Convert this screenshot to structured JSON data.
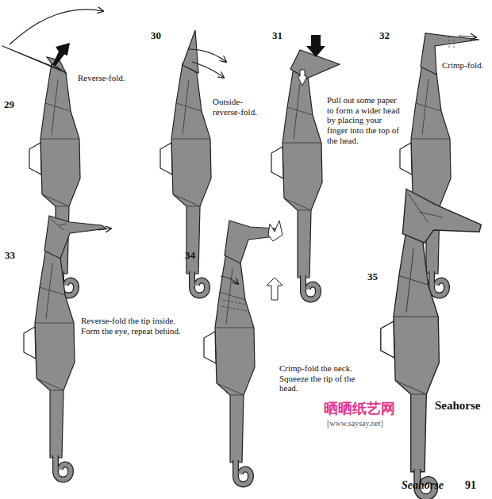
{
  "diagram": {
    "labels": [
      "29",
      "Reverse-fold.",
      "30",
      "Outside- reverse-fold.",
      "31",
      "Pull out some paper to form a wider head by placing your finger into the top of the head.",
      "32",
      "Crimp-fold.",
      "33",
      "Reverse-fold the tip inside. Form the eye, repeat behind.",
      "34",
      "Crimp-fold the neck. Squeeze the tip of the head.",
      "35",
      "Seahorse",
      "晒晒纸艺网",
      "[www.saysay.net]",
      "Seahorse",
      "91"
    ]
  }
}
